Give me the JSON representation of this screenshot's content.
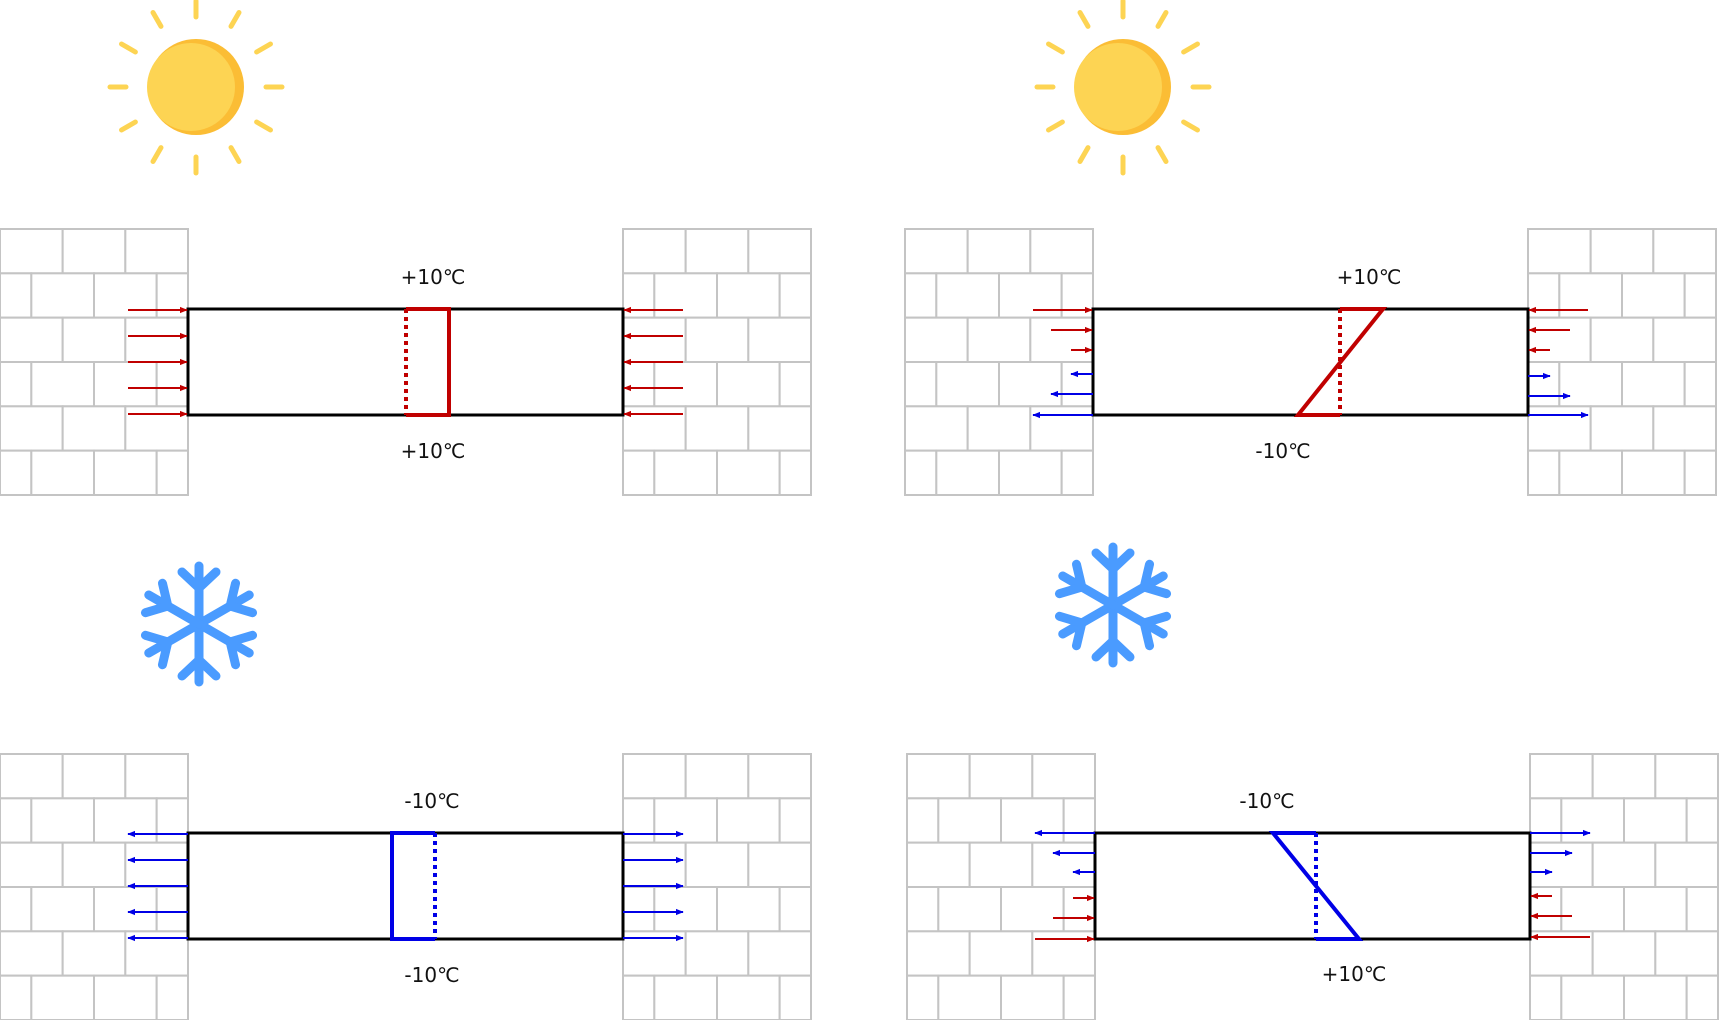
{
  "colors": {
    "hot": "#c00000",
    "cold": "#0000e6",
    "sun": "#fdd453",
    "sun_shade": "#fbbd35",
    "snow": "#4a9bff",
    "brick": "#c4c4c4",
    "beam": "#000000"
  },
  "panels": [
    {
      "id": "heating-uniform",
      "icon": "sun-icon",
      "label_top": "+10℃",
      "label_bottom": "+10℃",
      "gradient": "uniform",
      "top_state": "hot",
      "bottom_state": "hot"
    },
    {
      "id": "heating-gradient",
      "icon": "sun-icon",
      "label_top": "+10℃",
      "label_bottom": "-10℃",
      "gradient": "linear",
      "top_state": "hot",
      "bottom_state": "cold"
    },
    {
      "id": "cooling-uniform",
      "icon": "snowflake-icon",
      "label_top": "-10℃",
      "label_bottom": "-10℃",
      "gradient": "uniform",
      "top_state": "cold",
      "bottom_state": "cold"
    },
    {
      "id": "cooling-gradient",
      "icon": "snowflake-icon",
      "label_top": "-10℃",
      "label_bottom": "+10℃",
      "gradient": "linear",
      "top_state": "cold",
      "bottom_state": "hot"
    }
  ]
}
